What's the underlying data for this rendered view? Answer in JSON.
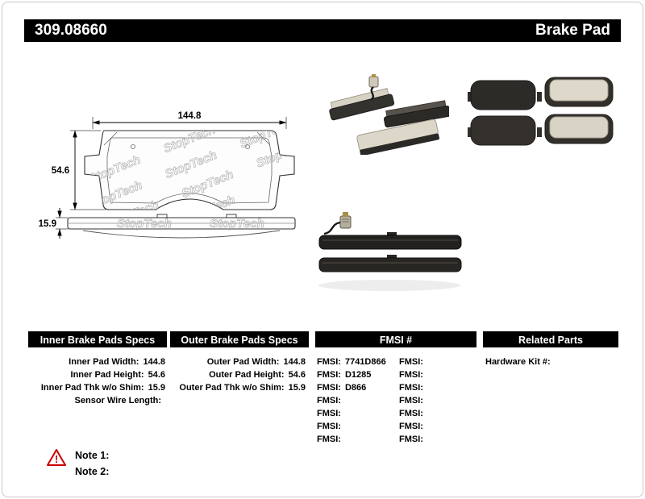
{
  "header": {
    "part_number": "309.08660",
    "product_name": "Brake Pad"
  },
  "diagram": {
    "width_dim": "144.8",
    "height_dim": "54.6",
    "thickness_dim": "15.9",
    "watermark": "StopTech"
  },
  "icons": {
    "warning": "warning-triangle-icon"
  },
  "tables": {
    "inner": {
      "title": "Inner Brake Pads Specs",
      "rows": [
        {
          "label": "Inner Pad Width:",
          "value": "144.8"
        },
        {
          "label": "Inner Pad Height:",
          "value": "54.6"
        },
        {
          "label": "Inner Pad Thk w/o Shim:",
          "value": "15.9"
        },
        {
          "label": "Sensor Wire Length:",
          "value": ""
        }
      ]
    },
    "outer": {
      "title": "Outer Brake Pads Specs",
      "rows": [
        {
          "label": "Outer Pad Width:",
          "value": "144.8"
        },
        {
          "label": "Outer Pad Height:",
          "value": "54.6"
        },
        {
          "label": "Outer Pad Thk w/o Shim:",
          "value": "15.9"
        }
      ]
    },
    "fmsi": {
      "title": "FMSI #",
      "left": [
        {
          "label": "FMSI:",
          "value": "7741D866"
        },
        {
          "label": "FMSI:",
          "value": "D1285"
        },
        {
          "label": "FMSI:",
          "value": "D866"
        },
        {
          "label": "FMSI:",
          "value": ""
        },
        {
          "label": "FMSI:",
          "value": ""
        },
        {
          "label": "FMSI:",
          "value": ""
        },
        {
          "label": "FMSI:",
          "value": ""
        }
      ],
      "right": [
        {
          "label": "FMSI:",
          "value": ""
        },
        {
          "label": "FMSI:",
          "value": ""
        },
        {
          "label": "FMSI:",
          "value": ""
        },
        {
          "label": "FMSI:",
          "value": ""
        },
        {
          "label": "FMSI:",
          "value": ""
        },
        {
          "label": "FMSI:",
          "value": ""
        },
        {
          "label": "FMSI:",
          "value": ""
        }
      ]
    },
    "related": {
      "title": "Related Parts",
      "rows": [
        {
          "label": "Hardware Kit #:",
          "value": ""
        }
      ]
    }
  },
  "notes": {
    "note1": "Note 1:",
    "note2": "Note 2:"
  }
}
